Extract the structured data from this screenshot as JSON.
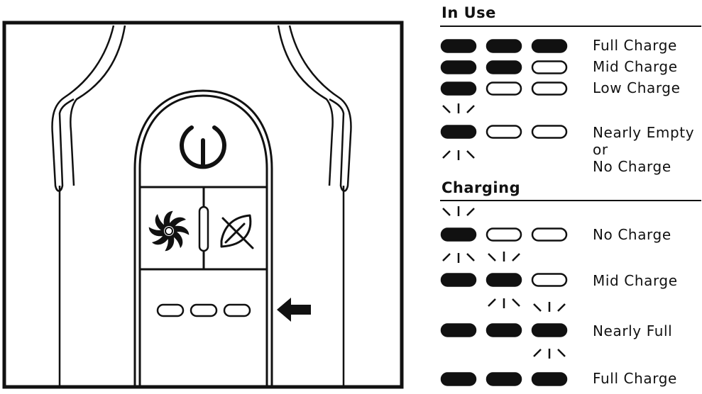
{
  "in_use": {
    "title": "In Use",
    "rows": [
      {
        "label": "Full Charge",
        "leds": [
          "on",
          "on",
          "on"
        ]
      },
      {
        "label": "Mid Charge",
        "leds": [
          "on",
          "on",
          "off"
        ]
      },
      {
        "label": "Low Charge",
        "leds": [
          "on",
          "off",
          "off"
        ]
      },
      {
        "label_lines": [
          "Nearly Empty",
          "or",
          "No Charge"
        ],
        "leds": [
          "flash",
          "off",
          "off"
        ]
      }
    ]
  },
  "charging": {
    "title": "Charging",
    "rows": [
      {
        "label": "No Charge",
        "leds": [
          "flash",
          "off",
          "off"
        ]
      },
      {
        "label": "Mid Charge",
        "leds": [
          "on",
          "flash",
          "off"
        ]
      },
      {
        "label": "Nearly Full",
        "leds": [
          "on",
          "on",
          "flash"
        ]
      },
      {
        "label": "Full Charge",
        "leds": [
          "on",
          "on",
          "on"
        ]
      }
    ]
  },
  "device": {
    "buttons": [
      "power-icon",
      "boost-mode-fan-icon",
      "eco-mode-leaf-icon"
    ],
    "indicator_icon": "arrow-left-icon",
    "battery_led_count": 3
  },
  "colors": {
    "ink": "#111111",
    "background": "#ffffff"
  }
}
